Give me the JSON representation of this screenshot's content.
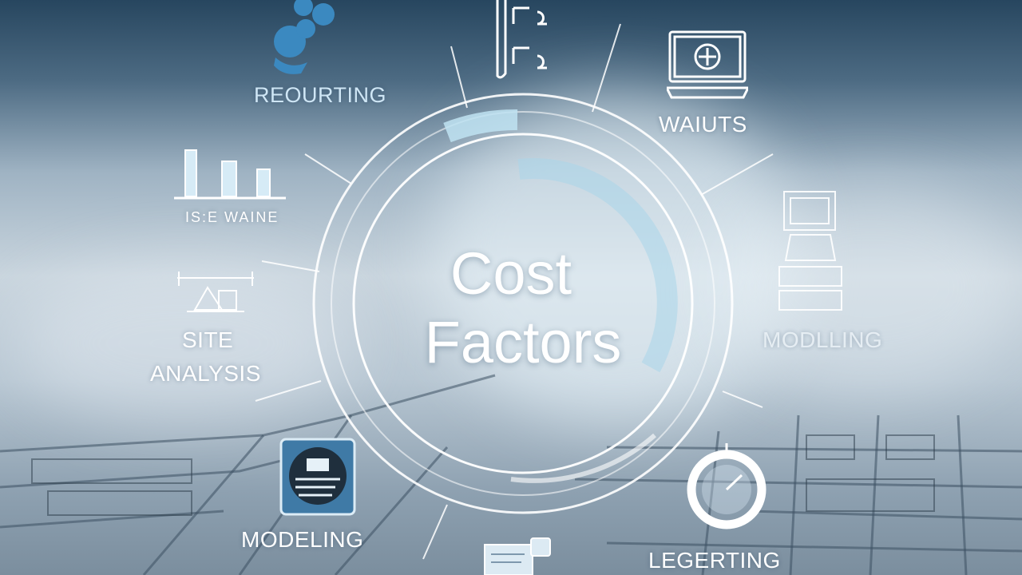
{
  "center": {
    "line1": "Cost",
    "line2": "Factors"
  },
  "labels": {
    "top_left": "REOURTING",
    "top_right": "WAIUTS",
    "left_upper": "IS:E WAINE",
    "right_middle": "MODLLING",
    "left_middle_1": "SITE",
    "left_middle_2": "ANALYSIS",
    "bottom_left": "MODELING",
    "bottom_right": "LEGERTING"
  },
  "icons": {
    "top_left": "people-group-icon",
    "top_center": "document-icon",
    "top_right": "laptop-icon",
    "left_upper": "bar-chart-icon",
    "right_middle": "computer-station-icon",
    "left_middle": "blueprint-icon",
    "bottom_left": "display-icon",
    "bottom_center": "document-stack-icon",
    "bottom_right": "ring-gauge-icon"
  },
  "colors": {
    "accent": "#9fd0e6",
    "ring": "#ffffff",
    "icon_blue": "#3b89c0"
  }
}
